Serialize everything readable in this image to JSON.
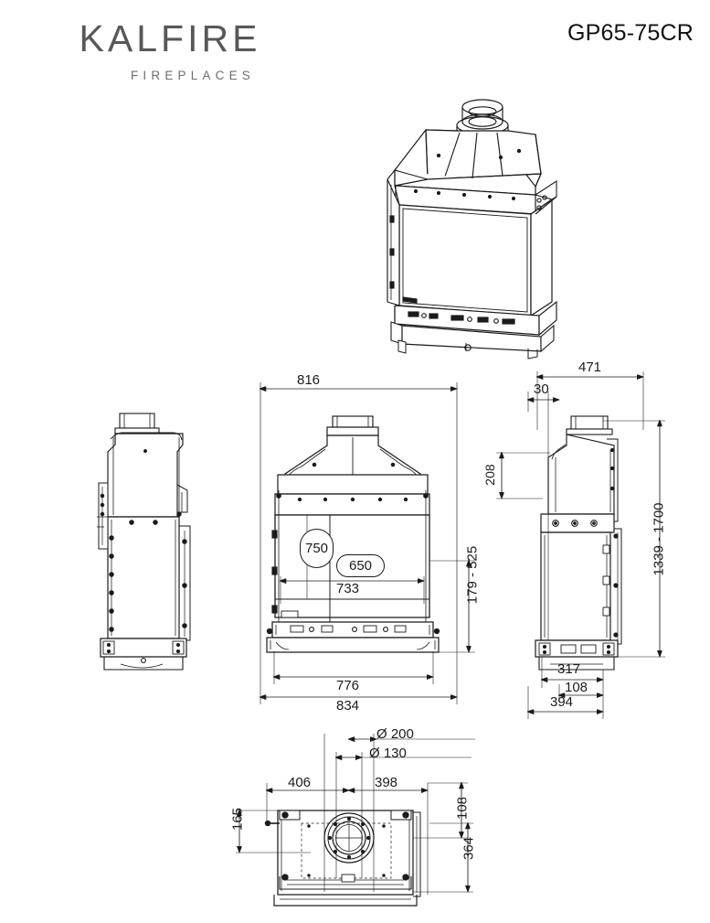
{
  "page": {
    "background": "#ffffff",
    "ink": "#1b1b1b",
    "brand_color": "#58585a"
  },
  "header": {
    "brand_name": "KALFIRE",
    "brand_tagline": "FIREPLACES",
    "model_code": "GP65-75CR"
  },
  "views": {
    "isometric": {
      "name": "isometric-product-view"
    },
    "side_left": {
      "name": "left-side-elevation"
    },
    "front": {
      "name": "front-elevation"
    },
    "side_right": {
      "name": "right-side-elevation"
    },
    "plan": {
      "name": "bottom-plan-view"
    }
  },
  "dimensions": {
    "front": {
      "overall_width_top": "816",
      "glass_height": "750",
      "glass_width": "650",
      "inner_width": "733",
      "base_width_inner": "776",
      "base_width_outer": "834",
      "height_range_right": "179 - 525"
    },
    "side": {
      "depth_total": "471",
      "offset_front": "30",
      "flue_height": "208",
      "height_range": "1339 - 1700",
      "depth_body": "317",
      "depth_step": "108",
      "depth_outer": "394"
    },
    "plan": {
      "flue_outer_diameter": "Ø 200",
      "flue_inner_diameter": "Ø 130",
      "offset_left": "406",
      "offset_right": "398",
      "depth_rear": "108",
      "depth_front": "165",
      "depth_overall": "364"
    }
  }
}
